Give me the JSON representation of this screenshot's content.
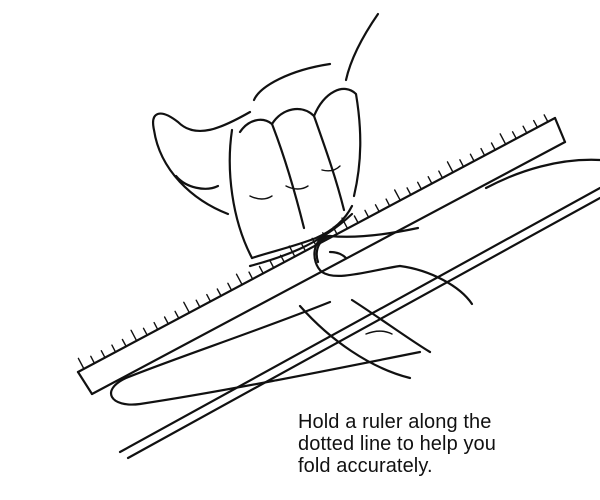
{
  "caption": {
    "lines": [
      "Hold a ruler along the",
      "dotted line to help you",
      "fold accurately."
    ]
  },
  "colors": {
    "ink": "#111111",
    "paper": "#ffffff"
  },
  "illustration": {
    "ruler": {
      "tick_count": 45
    }
  }
}
